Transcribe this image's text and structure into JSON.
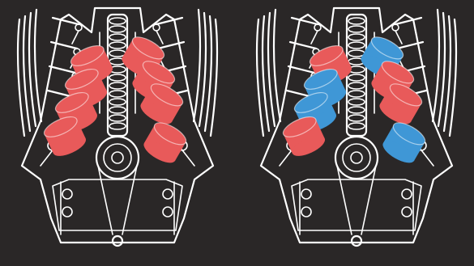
{
  "colors": {
    "background": "#2a2727",
    "line": "#ffffff",
    "piston_red": "#e85a5a",
    "piston_blue": "#3f97d6"
  },
  "diagrams": [
    {
      "name": "engine-left",
      "pistons": [
        "red",
        "red",
        "red",
        "red",
        "red",
        "red",
        "red",
        "red"
      ]
    },
    {
      "name": "engine-right",
      "pistons": [
        "red",
        "blue",
        "blue",
        "red",
        "blue",
        "red",
        "red",
        "blue"
      ]
    }
  ]
}
